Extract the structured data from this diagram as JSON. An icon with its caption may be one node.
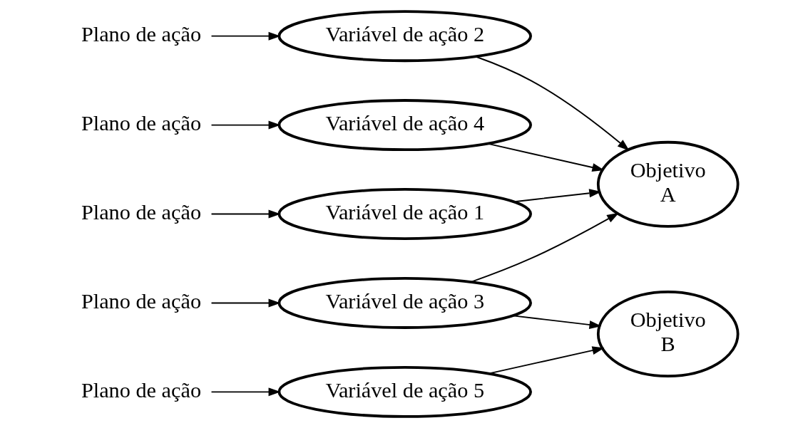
{
  "diagram": {
    "nodes": [
      {
        "text": [
          "Plano de ação"
        ]
      },
      {
        "text": [
          "Variável de ação 1"
        ]
      },
      {
        "text": [
          "Variável de ação 2"
        ]
      },
      {
        "text": [
          "Plano de ação"
        ]
      },
      {
        "text": [
          "Plano de ação"
        ]
      },
      {
        "text": [
          "Objetivo",
          "A"
        ]
      },
      {
        "text": [
          "Variável de ação 3"
        ]
      },
      {
        "text": [
          "Plano de ação"
        ]
      },
      {
        "text": [
          "Variável de ação 4"
        ]
      },
      {
        "text": [
          "Objetivo",
          "B"
        ]
      },
      {
        "text": [
          "Variável de ação 5"
        ]
      },
      {
        "text": [
          "Plano de ação"
        ]
      }
    ],
    "edges": [
      {
        "from": 0,
        "to": 1,
        "arrow": "to"
      },
      {
        "from": 3,
        "to": 2,
        "arrow": "to"
      },
      {
        "from": 4,
        "to": 8,
        "arrow": "to"
      },
      {
        "from": 7,
        "to": 6,
        "arrow": "to"
      },
      {
        "from": 11,
        "to": 10,
        "arrow": "to"
      },
      {
        "from": 1,
        "to": 5,
        "arrow": "to"
      },
      {
        "from": 2,
        "to": 5,
        "arrow": "to"
      },
      {
        "from": 6,
        "to": 5,
        "arrow": "to"
      },
      {
        "from": 8,
        "to": 5,
        "arrow": "to"
      },
      {
        "from": 6,
        "to": 9,
        "arrow": "to"
      },
      {
        "from": 10,
        "to": 9,
        "arrow": "to"
      }
    ]
  }
}
